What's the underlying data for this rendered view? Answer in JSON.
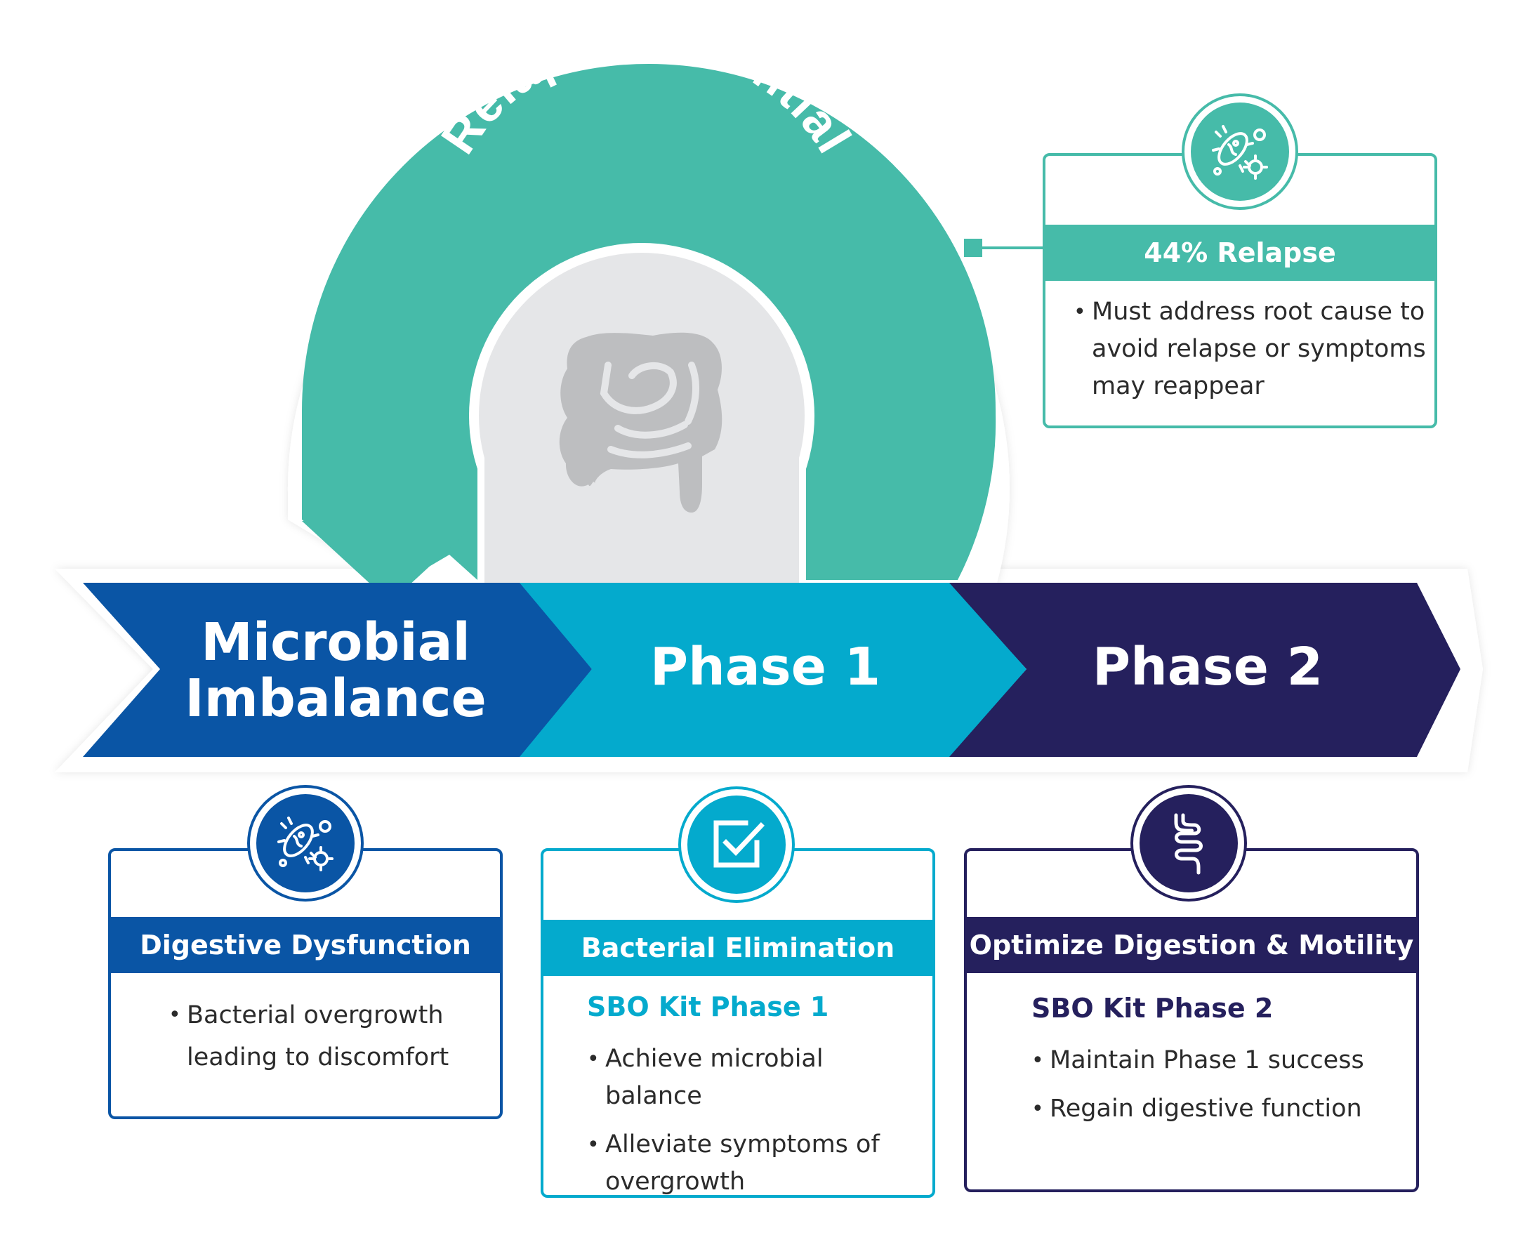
{
  "arc": {
    "title": "Relapse Potential"
  },
  "relapse_card": {
    "title": "44% Relapse",
    "bullets": [
      "Must address root cause to",
      "avoid relapse or symptoms",
      "may reappear"
    ]
  },
  "flow": {
    "stage1_line1": "Microbial",
    "stage1_line2": "Imbalance",
    "stage2": "Phase 1",
    "stage3": "Phase 2"
  },
  "cards": [
    {
      "title": "Digestive Dysfunction",
      "subtitle": "",
      "bullets": [
        "Bacterial overgrowth",
        "leading to discomfort"
      ]
    },
    {
      "title": "Bacterial Elimination",
      "subtitle": "SBO Kit Phase 1",
      "bullets": [
        "Achieve microbial balance",
        "Alleviate symptoms of",
        "overgrowth"
      ]
    },
    {
      "title": "Optimize Digestion & Motility",
      "subtitle": "SBO Kit Phase 2",
      "bullets": [
        "Maintain Phase 1 success",
        "Regain digestive function"
      ]
    }
  ],
  "icons": {
    "center": "intestine-icon",
    "relapse": "bacteria-icon",
    "card1": "bacteria-icon",
    "card2": "checkbox-icon",
    "card3": "intestine-icon"
  },
  "colors": {
    "teal": "#46bba9",
    "royal_blue": "#0a55a5",
    "cyan": "#04aacd",
    "navy": "#25205d",
    "grey_circle": "#e5e6e8",
    "organ_grey": "#bdbec0"
  }
}
